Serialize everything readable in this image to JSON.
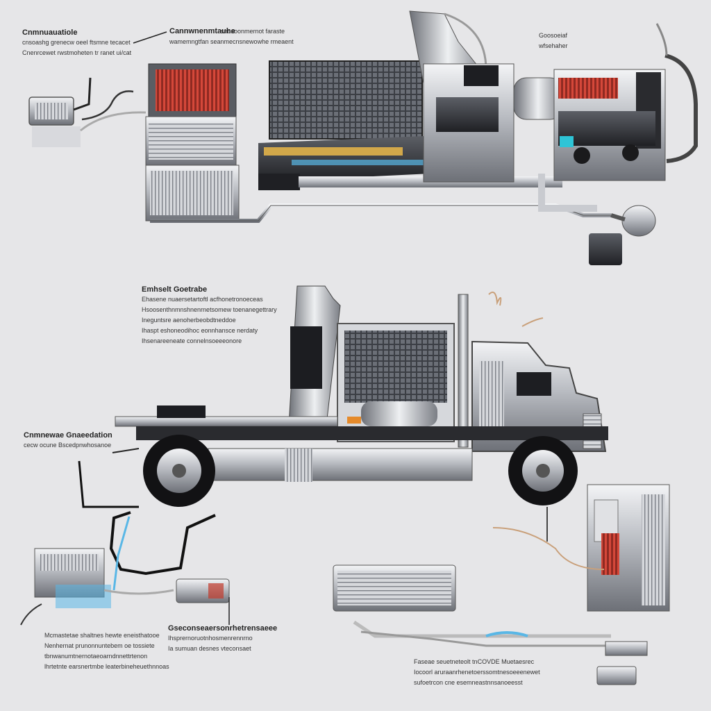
{
  "diagram": {
    "top_left_label": {
      "title": "Cnmnuauatiole",
      "lines": [
        "cnsoashg grenecw oeel ftsmne tecacet",
        "Cnenrcewet rwstmoheten tr ranet ui/cat"
      ]
    },
    "top_center_label": {
      "title": "Cannwnenmtauhe",
      "lines": [
        "snosoonmernot faraste",
        "wamemngtfan seanmecnsnewowhe rmeaent"
      ]
    },
    "top_right_label": {
      "title": "Goosoeiaf",
      "lines": [
        "wfsehaher"
      ]
    },
    "middle_label": {
      "title": "Emhselt Goetrabe",
      "lines": [
        "Ehasene nuaersetartoftl acfhonetronoeceas",
        "Hsoosenthnmnshnenrnetsomew toenanegettrary",
        "Ineguntsre aenoherbeobdtneddoe",
        "Ihaspt eshoneodihoc eonnhansce nerdaty",
        "Ihsenareeneate connelnsoeeeonore"
      ]
    },
    "left_middle_label": {
      "title": "Cnmnewae Gnaeedation",
      "lines": [
        "cecw ocune Bscedpnwhosanoe"
      ]
    },
    "bottom_left_label": {
      "title": "",
      "lines": [
        "Mcmastetae shaltnes hewte eneisthatooe",
        "Nenhernat prunonnuntebem oe tossiete",
        "tbnwanumtnernotaeoarndnnettrtenon",
        "lhrtetnte earsnertmbe leaterbineheuethnnoas"
      ]
    },
    "bottom_center_left_label": {
      "title": "Gseconseaersonrhetrensaeee",
      "lines": [
        "Ihsprernoruotnhosmenrennrno",
        "Ia sumuan desnes vteconsaet"
      ]
    },
    "bottom_right_label": {
      "title": "",
      "lines": [
        "Faseae seuetneteolt tnCOVDE Muetaesrec",
        "Iocoorl aruraanrhenetoerssomtnesoeeenewet",
        "sufoetrcon cne esemneastnnsanoeesst"
      ]
    },
    "colors": {
      "background": "#e6e6e8",
      "chrome": "#b9bcc2",
      "dark_chrome": "#4a4d52",
      "heat_red": "#c23a2c",
      "accent_blue": "#59b7e6",
      "accent_orange": "#e58a2b"
    }
  }
}
